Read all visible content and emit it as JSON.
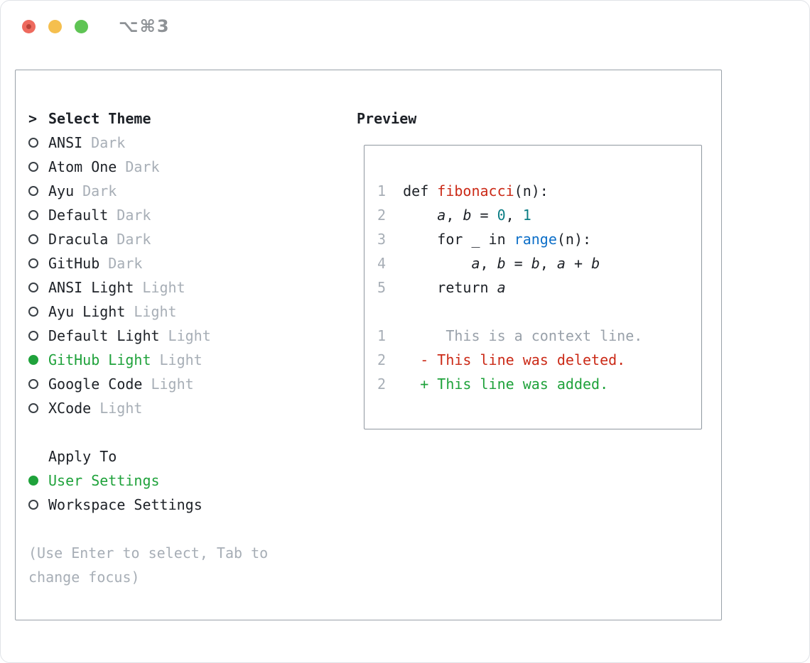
{
  "window": {
    "shortcut": "⌥⌘3"
  },
  "picker": {
    "prompt": ">",
    "title": "Select Theme",
    "items": [
      {
        "name": "ANSI",
        "variant": "Dark",
        "selected": false
      },
      {
        "name": "Atom One",
        "variant": "Dark",
        "selected": false
      },
      {
        "name": "Ayu",
        "variant": "Dark",
        "selected": false
      },
      {
        "name": "Default",
        "variant": "Dark",
        "selected": false
      },
      {
        "name": "Dracula",
        "variant": "Dark",
        "selected": false
      },
      {
        "name": "GitHub",
        "variant": "Dark",
        "selected": false
      },
      {
        "name": "ANSI Light",
        "variant": "Light",
        "selected": false
      },
      {
        "name": "Ayu Light",
        "variant": "Light",
        "selected": false
      },
      {
        "name": "Default Light",
        "variant": "Light",
        "selected": false
      },
      {
        "name": "GitHub Light",
        "variant": "Light",
        "selected": true
      },
      {
        "name": "Google Code",
        "variant": "Light",
        "selected": false
      },
      {
        "name": "XCode",
        "variant": "Light",
        "selected": false
      }
    ],
    "apply_to_title": "Apply To",
    "apply_options": [
      {
        "label": "User Settings",
        "selected": true
      },
      {
        "label": "Workspace Settings",
        "selected": false
      }
    ],
    "hint": [
      "(Use Enter to select, Tab to",
      "change focus)"
    ]
  },
  "preview": {
    "title": "Preview",
    "lines": [
      {
        "num": "1",
        "tokens": [
          {
            "t": "def ",
            "s": "p"
          },
          {
            "t": "fibonacci",
            "s": "fn"
          },
          {
            "t": "(n):",
            "s": "p"
          }
        ]
      },
      {
        "num": "2",
        "tokens": [
          {
            "t": "    ",
            "s": "p"
          },
          {
            "t": "a",
            "s": "v"
          },
          {
            "t": ", ",
            "s": "p"
          },
          {
            "t": "b",
            "s": "v"
          },
          {
            "t": " = ",
            "s": "p"
          },
          {
            "t": "0",
            "s": "n"
          },
          {
            "t": ", ",
            "s": "p"
          },
          {
            "t": "1",
            "s": "n"
          }
        ]
      },
      {
        "num": "3",
        "tokens": [
          {
            "t": "    for _ in ",
            "s": "p"
          },
          {
            "t": "range",
            "s": "b"
          },
          {
            "t": "(n):",
            "s": "p"
          }
        ]
      },
      {
        "num": "4",
        "tokens": [
          {
            "t": "        ",
            "s": "p"
          },
          {
            "t": "a",
            "s": "v"
          },
          {
            "t": ", ",
            "s": "p"
          },
          {
            "t": "b",
            "s": "v"
          },
          {
            "t": " = ",
            "s": "p"
          },
          {
            "t": "b",
            "s": "v"
          },
          {
            "t": ", ",
            "s": "p"
          },
          {
            "t": "a",
            "s": "v"
          },
          {
            "t": " + ",
            "s": "p"
          },
          {
            "t": "b",
            "s": "v"
          }
        ]
      },
      {
        "num": "5",
        "tokens": [
          {
            "t": "    return ",
            "s": "p"
          },
          {
            "t": "a",
            "s": "v"
          }
        ]
      },
      {
        "num": "",
        "tokens": []
      },
      {
        "num": "1",
        "tokens": [
          {
            "t": "     ",
            "s": "p"
          },
          {
            "t": "This is a context line.",
            "s": "ctx"
          }
        ]
      },
      {
        "num": "2",
        "tokens": [
          {
            "t": "  ",
            "s": "p"
          },
          {
            "t": "- This line was deleted.",
            "s": "del"
          }
        ]
      },
      {
        "num": "2",
        "tokens": [
          {
            "t": "  ",
            "s": "p"
          },
          {
            "t": "+ This line was added.",
            "s": "add"
          }
        ]
      }
    ]
  },
  "colors": {
    "accent_green": "#1fa23b",
    "func_red": "#cb2a17",
    "num_teal": "#0b7d84",
    "builtin_blue": "#0d6fc8",
    "ink": "#1d2127",
    "muted": "#a7aeb6",
    "context_gray": "#99a1aa",
    "border_panel": "#99a1a8",
    "border_preview": "#8f979f",
    "titlebar_text": "#8e9296",
    "light_red": "#ee6a5e",
    "light_yellow": "#f5bf4e",
    "light_green": "#5fc454",
    "window_border": "#e0e3e7"
  }
}
